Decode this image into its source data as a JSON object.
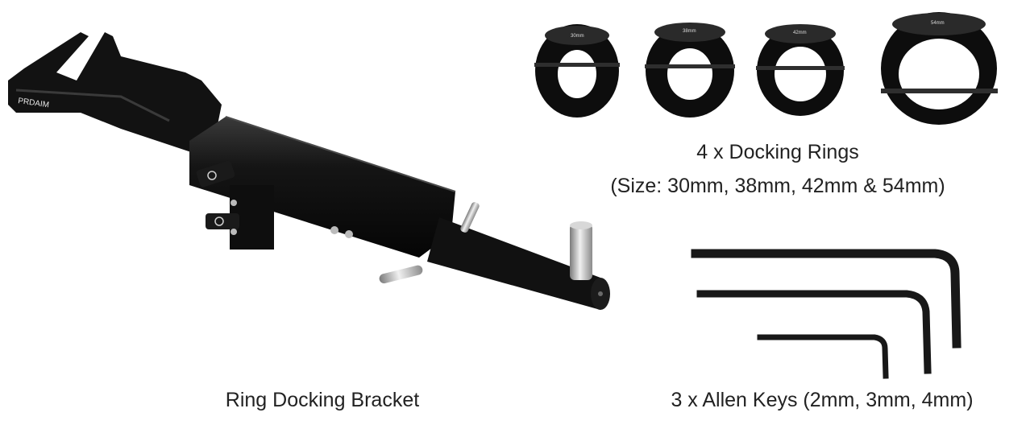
{
  "bracket": {
    "caption": "Ring Docking Bracket",
    "brand_logo_text": "PRDAIM"
  },
  "rings": {
    "caption_line1": "4 x Docking Rings",
    "caption_line2": "(Size: 30mm, 38mm, 42mm & 54mm)",
    "items": [
      {
        "label": "30mm"
      },
      {
        "label": "38mm"
      },
      {
        "label": "42mm"
      },
      {
        "label": "54mm"
      }
    ]
  },
  "keys": {
    "caption": "3 x  Allen Keys (2mm, 3mm, 4mm)"
  },
  "colors": {
    "metal_black": "#141414",
    "metal_highlight": "#3a3a3a",
    "silver": "#bdbdbd",
    "text": "#222222"
  }
}
